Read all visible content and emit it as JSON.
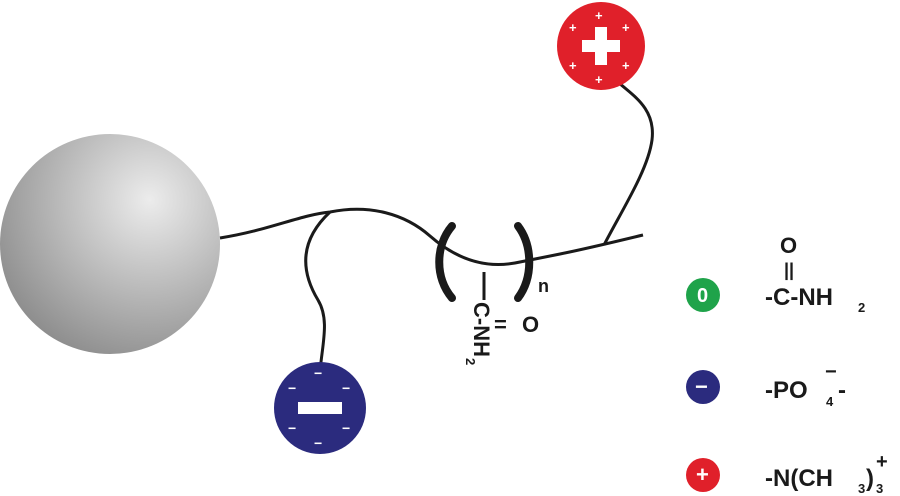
{
  "colors": {
    "neutral": "#1fa34a",
    "negative": "#2b2b7e",
    "positive": "#e0202a",
    "line": "#1a1a1a",
    "sphere_light": "#ececec",
    "sphere_dark": "#8a8a8a"
  },
  "chain": {
    "repeat_subscript": "n",
    "side_group": {
      "carbonyl_o": "O",
      "carbonyl_bond": "=",
      "carbon": "C-NH",
      "carbon_sub": "2"
    }
  },
  "bubbles": {
    "negative_sign": "−",
    "positive_sign": "+",
    "small_minus": "−",
    "small_plus": "+"
  },
  "legend": {
    "neutral": {
      "symbol": "0",
      "oxygen": "O",
      "double_bond": "||",
      "group": "-C-NH",
      "group_sub": "2"
    },
    "negative": {
      "symbol": "−",
      "prefix": "-PO",
      "sub": "4",
      "sup": "−",
      "suffix": "-"
    },
    "positive": {
      "symbol": "+",
      "prefix": "-N(CH",
      "sub": "3",
      "close": ")",
      "sub2": "3",
      "sup": "+"
    }
  }
}
